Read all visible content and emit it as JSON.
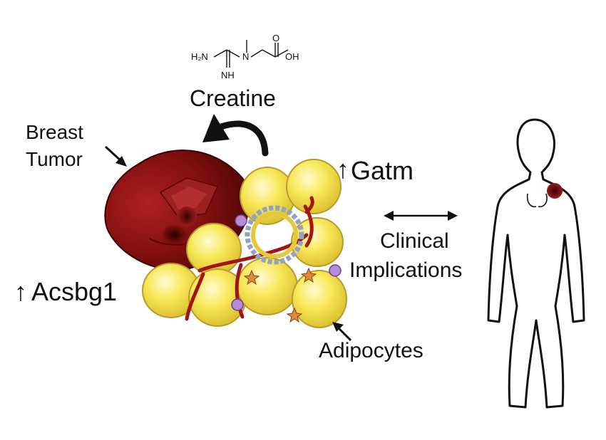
{
  "labels": {
    "creatine": "Creatine",
    "breast": "Breast",
    "tumor": "Tumor",
    "gatm": "Gatm",
    "acsbg1": "Acsbg1",
    "clinical": "Clinical",
    "implications": "Implications",
    "adipocytes": "Adipocytes",
    "up_arrow": "↑"
  },
  "molecule": {
    "h2n": "H₂N",
    "nh": "NH",
    "n": "N",
    "oh": "OH",
    "o": "O"
  },
  "colors": {
    "tumor_dark": "#6e0a0a",
    "tumor_mid": "#9c1a1a",
    "fat_fill": "#f5e34a",
    "fat_edge": "#b89b2a",
    "vessel": "#a31515",
    "immune_cell": "#8fa3c7",
    "macrophage": "#b58ad6",
    "ink": "#111111"
  }
}
